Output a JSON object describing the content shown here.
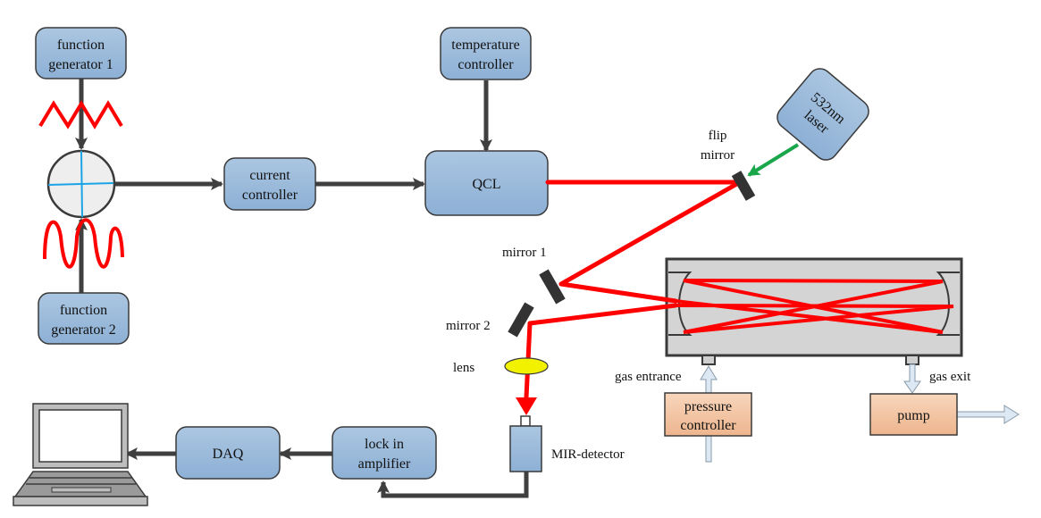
{
  "title": "QCL gas sensing experimental setup",
  "colors": {
    "box_blue_top": "#a9c4e0",
    "box_blue_bottom": "#8fb2d6",
    "box_border": "#3a3a3a",
    "box_orange_top": "#f7d3b8",
    "box_orange_bottom": "#eeb893",
    "laser_red": "#ff0000",
    "laser_green": "#1aa64a",
    "wire": "#3f3f3f",
    "mirror": "#333333",
    "cell_fill": "#d4d4d4",
    "gas_arrow": "#dce8f3",
    "lens": "#f2f200",
    "adder_lines": "#1aa3e6"
  },
  "blocks": {
    "fg1": "function generator 1",
    "fg1_lines": [
      "function",
      "generator 1"
    ],
    "fg2_lines": [
      "function",
      "generator 2"
    ],
    "current_controller_lines": [
      "current",
      "controller"
    ],
    "temperature_controller_lines": [
      "temperature",
      "controller"
    ],
    "qcl": "QCL",
    "laser532_lines": [
      "532nm",
      "laser"
    ],
    "daq": "DAQ",
    "lock_in_lines": [
      "lock in",
      "amplifier"
    ],
    "pressure_controller_lines": [
      "pressure",
      "controller"
    ],
    "pump": "pump"
  },
  "labels": {
    "flip_mirror_lines": [
      "flip",
      "mirror"
    ],
    "mirror1": "mirror 1",
    "mirror2": "mirror 2",
    "lens": "lens",
    "mir_detector": "MIR-detector",
    "gas_entrance": "gas entrance",
    "gas_exit": "gas exit"
  },
  "icons": {
    "adder": "summing-junction-icon",
    "triangle_wave": "triangle-wave-icon",
    "sine_wave": "sine-wave-icon",
    "computer": "laptop-icon"
  }
}
